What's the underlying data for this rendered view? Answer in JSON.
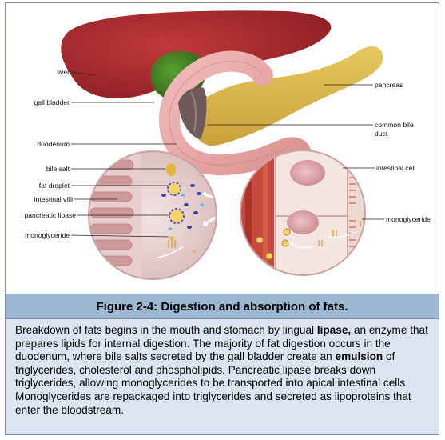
{
  "figure": {
    "caption": "Figure 2-4: Digestion and absorption of fats.",
    "labels": {
      "liver": "liver",
      "gall_bladder": "gall bladder",
      "duodenum": "duodenum",
      "bile_salt": "bile salt",
      "fat_droplet": "fat droplet",
      "intestinal_villi": "intestinal villi",
      "pancreatic_lipase": "pancreatic lipase",
      "monoglyceride_left": "monoglyceride",
      "pancreas": "pancreas",
      "common_bile_duct_line1": "common bile",
      "common_bile_duct_line2": "duct",
      "intestinal_cell": "intestinal cell",
      "monoglyceride_right": "monoglyceride"
    }
  },
  "description": {
    "p1": "Breakdown of fats begins in the mouth and stomach by lingual ",
    "b1": "lipase,",
    "p2": " an enzyme that prepares lipids for internal digestion. The majority of fat digestion occurs in the duodenum, where bile salts secreted by the gall bladder create an ",
    "b2": "emulsion",
    "p3": " of triglycerides, cholesterol and phospholipids. Pancreatic lipase breaks down triglycerides, allowing monoglycerides to be transported into apical intestinal cells. Monoglycerides are repackaged into triglycerides and secreted as lipoproteins that enter the bloodstream."
  },
  "colors": {
    "liver": "#a8242a",
    "gall_bladder": "#3f7a22",
    "pancreas": "#d8b84a",
    "duodenum": "#e7a9a7",
    "caption_bar": "#9bb7d2",
    "text_panel": "#dbe5f1"
  }
}
